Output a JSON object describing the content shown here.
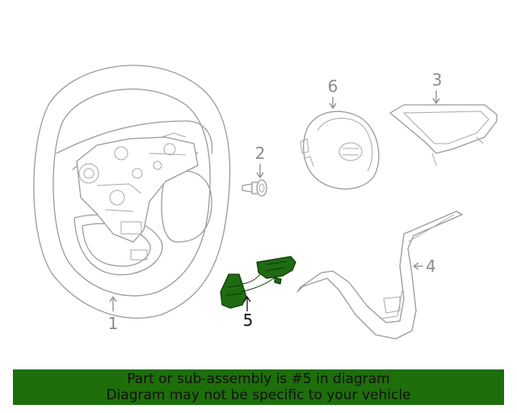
{
  "callouts": {
    "c1": "1",
    "c2": "2",
    "c3": "3",
    "c4": "4",
    "c5": "5",
    "c6": "6"
  },
  "highlight_color": "#1f6b12",
  "banner": {
    "line1": "Part or sub-assembly is #5 in diagram",
    "line2": "Diagram may not be specific to your vehicle",
    "bg_color": "#1e6e0b"
  }
}
